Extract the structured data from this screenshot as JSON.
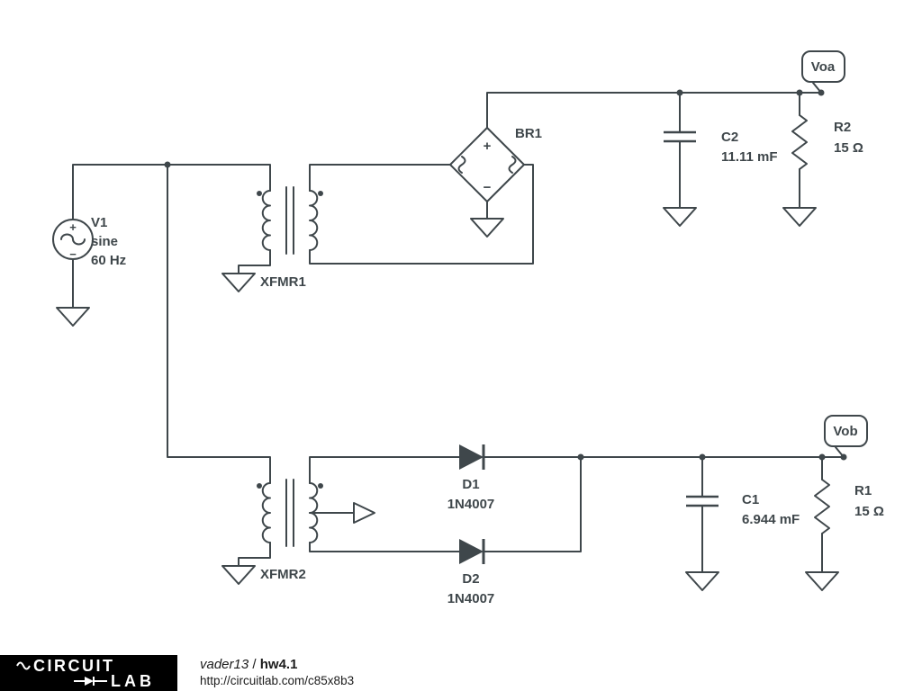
{
  "schematic": {
    "source_v1": {
      "name": "V1",
      "waveform": "sine",
      "frequency": "60 Hz",
      "plus": "+",
      "minus": "−"
    },
    "transformer_1": {
      "name": "XFMR1"
    },
    "transformer_2": {
      "name": "XFMR2"
    },
    "bridge_br1": {
      "name": "BR1",
      "plus": "+",
      "minus": "−"
    },
    "capacitor_c2": {
      "name": "C2",
      "value": "11.11 mF"
    },
    "resistor_r2": {
      "name": "R2",
      "value": "15 Ω"
    },
    "capacitor_c1": {
      "name": "C1",
      "value": "6.944 mF"
    },
    "resistor_r1": {
      "name": "R1",
      "value": "15 Ω"
    },
    "diode_d1": {
      "name": "D1",
      "part": "1N4007"
    },
    "diode_d2": {
      "name": "D2",
      "part": "1N4007"
    },
    "net_flag_voa": {
      "label": "Voa"
    },
    "net_flag_vob": {
      "label": "Vob"
    }
  },
  "footer": {
    "logo_line1": "CIRCUIT",
    "logo_line2": "LAB",
    "author": "vader13",
    "separator": " / ",
    "project": "hw4.1",
    "url": "http://circuitlab.com/c85x8b3"
  }
}
